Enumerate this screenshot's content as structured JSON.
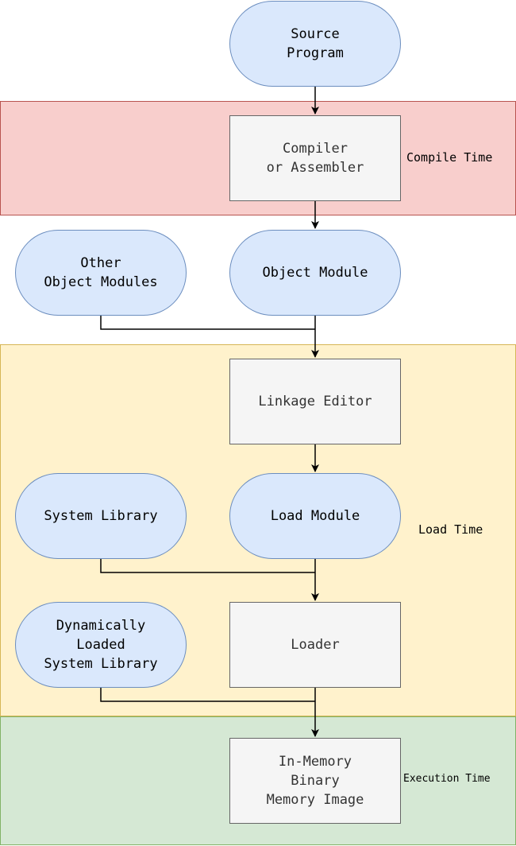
{
  "bands": {
    "compile_time": "Compile Time",
    "load_time": "Load Time",
    "execution_time": "Execution Time"
  },
  "nodes": {
    "source_program": "Source\nProgram",
    "compiler": "Compiler\nor Assembler",
    "other_object_modules": "Other\nObject Modules",
    "object_module": "Object Module",
    "linkage_editor": "Linkage Editor",
    "system_library": "System Library",
    "load_module": "Load Module",
    "dynamically_loaded_library": "Dynamically\nLoaded\nSystem Library",
    "loader": "Loader",
    "in_memory_image": "In-Memory\nBinary\nMemory Image"
  },
  "colors": {
    "compile_band": "#f8cecc",
    "load_band": "#fff2cc",
    "execution_band": "#d5e8d4",
    "terminal_fill": "#dae8fc",
    "process_fill": "#f5f5f5",
    "edge": "#000000"
  }
}
